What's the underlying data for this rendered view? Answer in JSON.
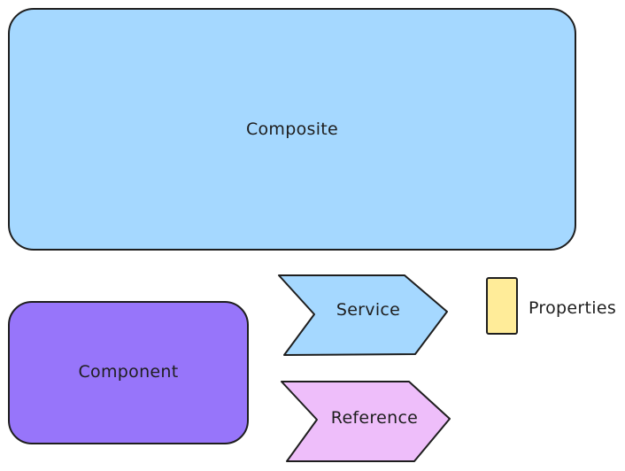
{
  "diagram": {
    "composite": {
      "label": "Composite",
      "fill": "#a5d8ff"
    },
    "component": {
      "label": "Component",
      "fill": "#9775fa"
    },
    "service": {
      "label": "Service",
      "fill": "#a5d8ff"
    },
    "reference": {
      "label": "Reference",
      "fill": "#eebefa"
    },
    "properties": {
      "label": "Properties",
      "fill": "#ffec99"
    },
    "stroke": "#1e1e1e"
  }
}
